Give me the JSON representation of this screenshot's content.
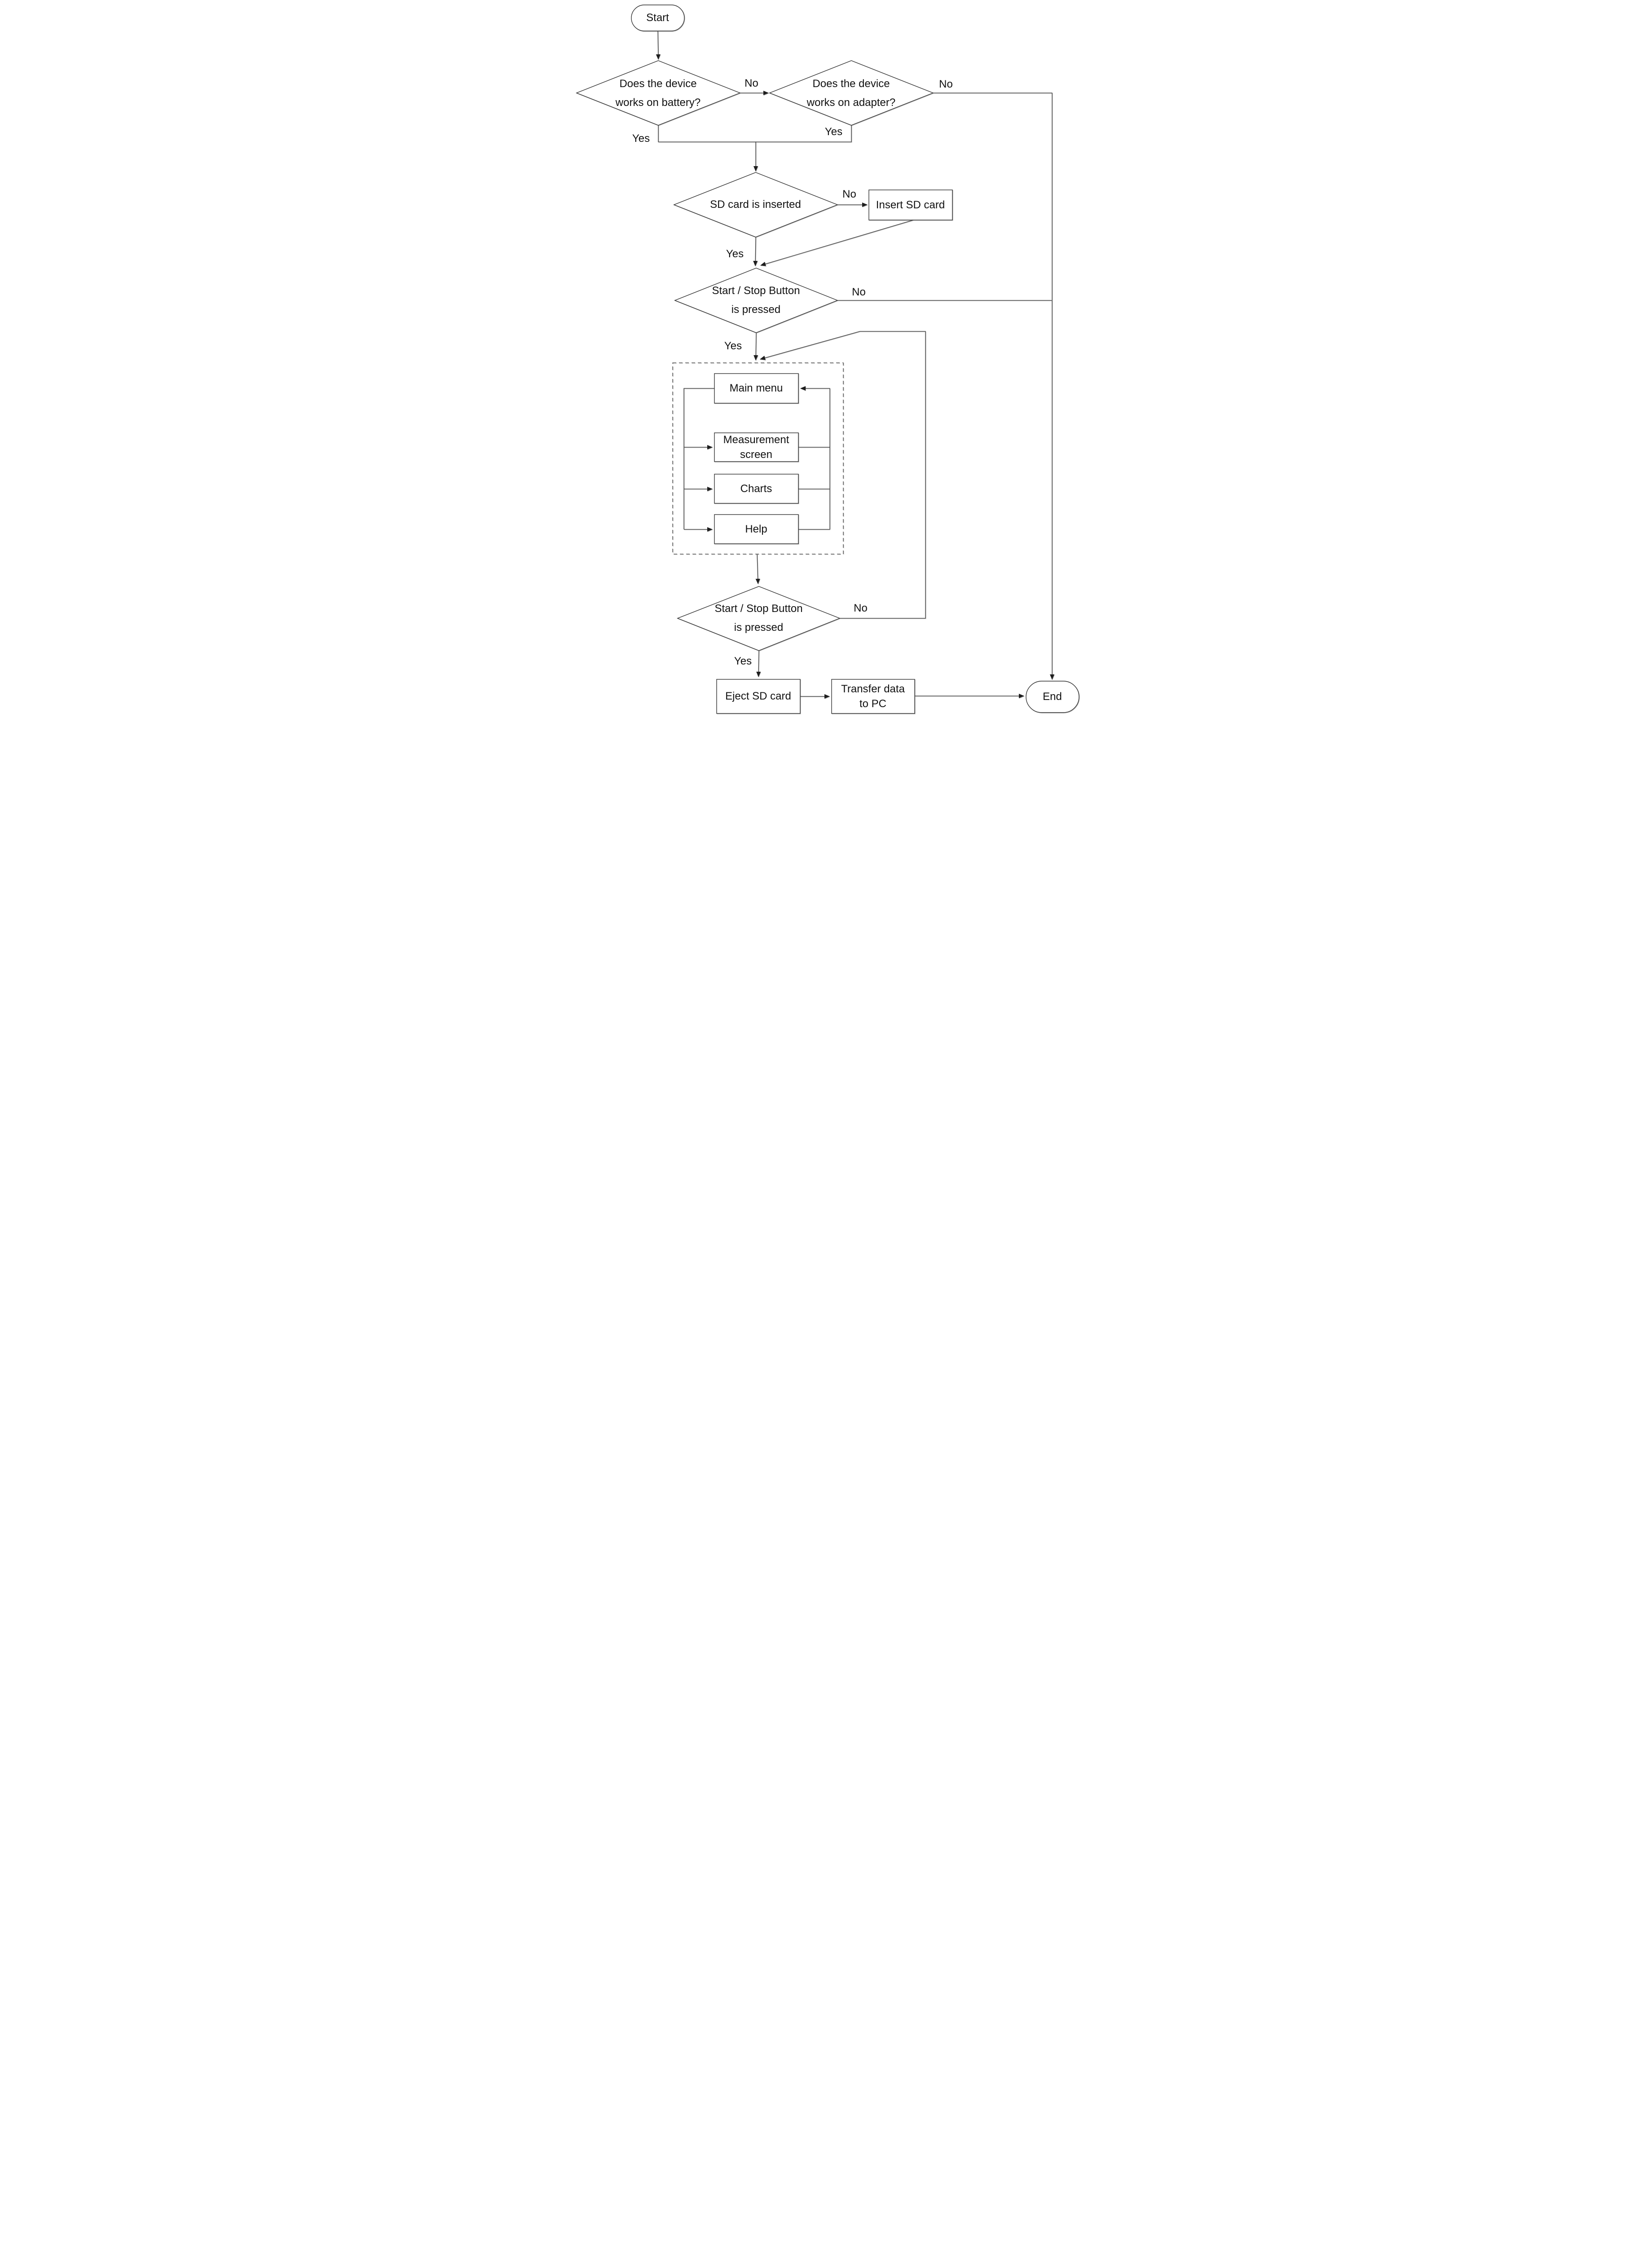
{
  "diagram": {
    "type": "flowchart",
    "nodes": {
      "start": {
        "label": "Start"
      },
      "battery_decision": {
        "line1": "Does the device",
        "line2": "works on battery?"
      },
      "adapter_decision": {
        "line1": "Does the device",
        "line2": "works on adapter?"
      },
      "sd_card_decision": {
        "label": "SD card is inserted"
      },
      "insert_sd_card": {
        "label": "Insert SD card"
      },
      "start_stop_decision_1": {
        "line1": "Start / Stop Button",
        "line2": "is pressed"
      },
      "main_menu": {
        "label": "Main menu"
      },
      "measurement_screen": {
        "line1": "Measurement",
        "line2": "screen"
      },
      "charts": {
        "label": "Charts"
      },
      "help": {
        "label": "Help"
      },
      "start_stop_decision_2": {
        "line1": "Start / Stop Button",
        "line2": "is pressed"
      },
      "eject_sd_card": {
        "label": "Eject SD card"
      },
      "transfer_data": {
        "line1": "Transfer data",
        "line2": "to PC"
      },
      "end": {
        "label": "End"
      }
    },
    "edge_labels": {
      "battery_no": "No",
      "battery_yes": "Yes",
      "adapter_no": "No",
      "adapter_yes": "Yes",
      "sd_card_no": "No",
      "sd_card_yes": "Yes",
      "start_stop_1_no": "No",
      "start_stop_1_yes": "Yes",
      "start_stop_2_no": "No",
      "start_stop_2_yes": "Yes"
    },
    "colors": {
      "line": "#3e3e3e",
      "shape_border": "#333333",
      "shape_fill": "#ffffff",
      "dashed_border": "#4f4f4f",
      "text": "#111111",
      "background": "#ffffff"
    }
  }
}
